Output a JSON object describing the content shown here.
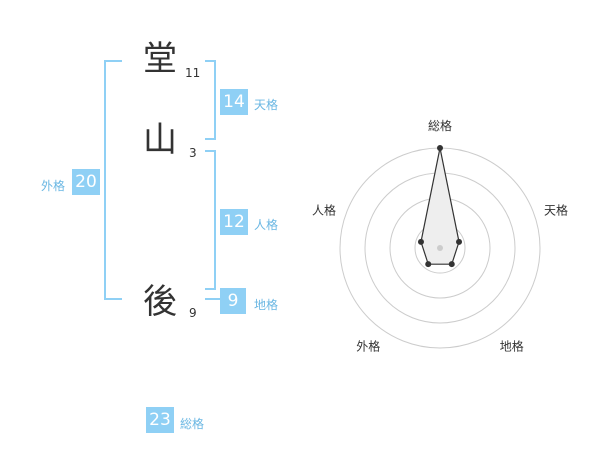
{
  "name_chars": [
    {
      "char": "堂",
      "strokes": "11"
    },
    {
      "char": "山",
      "strokes": "3"
    },
    {
      "char": "後",
      "strokes": "9"
    }
  ],
  "scores": {
    "tenkaku": {
      "value": "14",
      "label": "天格"
    },
    "jinkaku": {
      "value": "12",
      "label": "人格"
    },
    "chikaku": {
      "value": "9",
      "label": "地格"
    },
    "gaikaku": {
      "value": "20",
      "label": "外格"
    },
    "soukaku": {
      "value": "23",
      "label": "総格"
    }
  },
  "chart_data": {
    "type": "radar",
    "axes": [
      "総格",
      "天格",
      "地格",
      "外格",
      "人格"
    ],
    "values": [
      5,
      1,
      1,
      1,
      1
    ],
    "max": 5,
    "rings": 4,
    "colors": {
      "ring": "#cccccc",
      "fill": "#eeeeee",
      "line": "#333333",
      "center": "#cccccc"
    }
  }
}
